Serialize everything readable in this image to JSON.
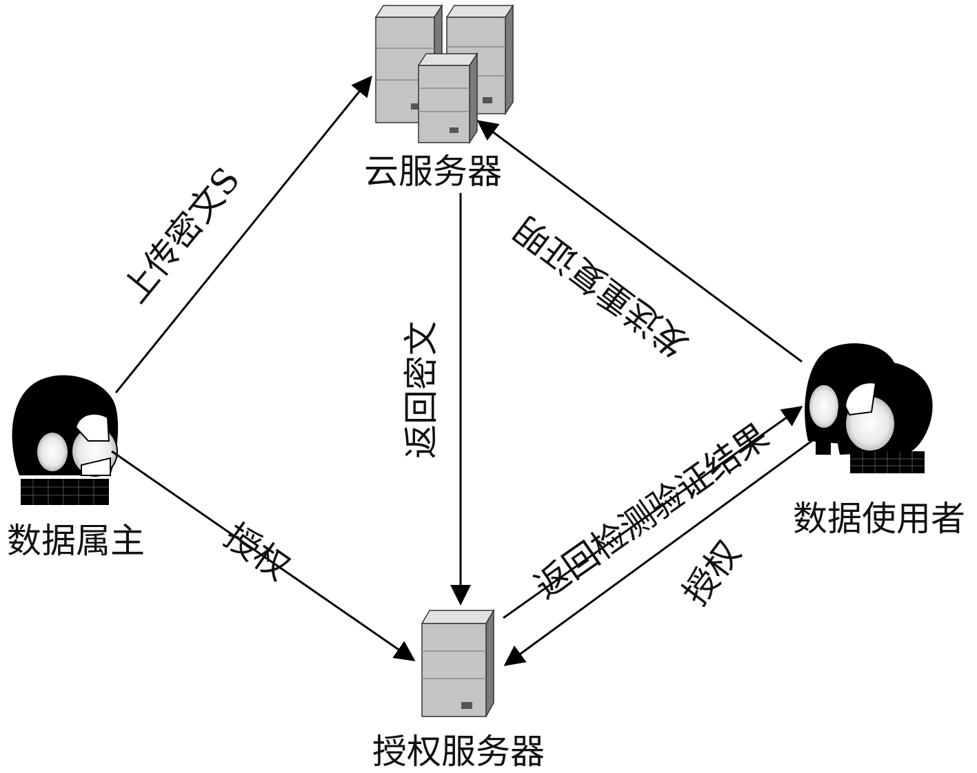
{
  "nodes": {
    "cloud_server": "云服务器",
    "data_owner": "数据属主",
    "data_user": "数据使用者",
    "auth_server": "授权服务器"
  },
  "edges": {
    "upload": "上传密文S",
    "return_ciphertext": "返回密文",
    "send_duplicate_proof": "发送重复证明",
    "owner_authorize": "授权",
    "return_check_result": "返回检测验证结果",
    "user_authorize": "授权"
  },
  "colors": {
    "server_front": "#c4c4c4",
    "server_side": "#7a7a7a",
    "server_top": "#e2e2e2",
    "line": "#000000"
  }
}
